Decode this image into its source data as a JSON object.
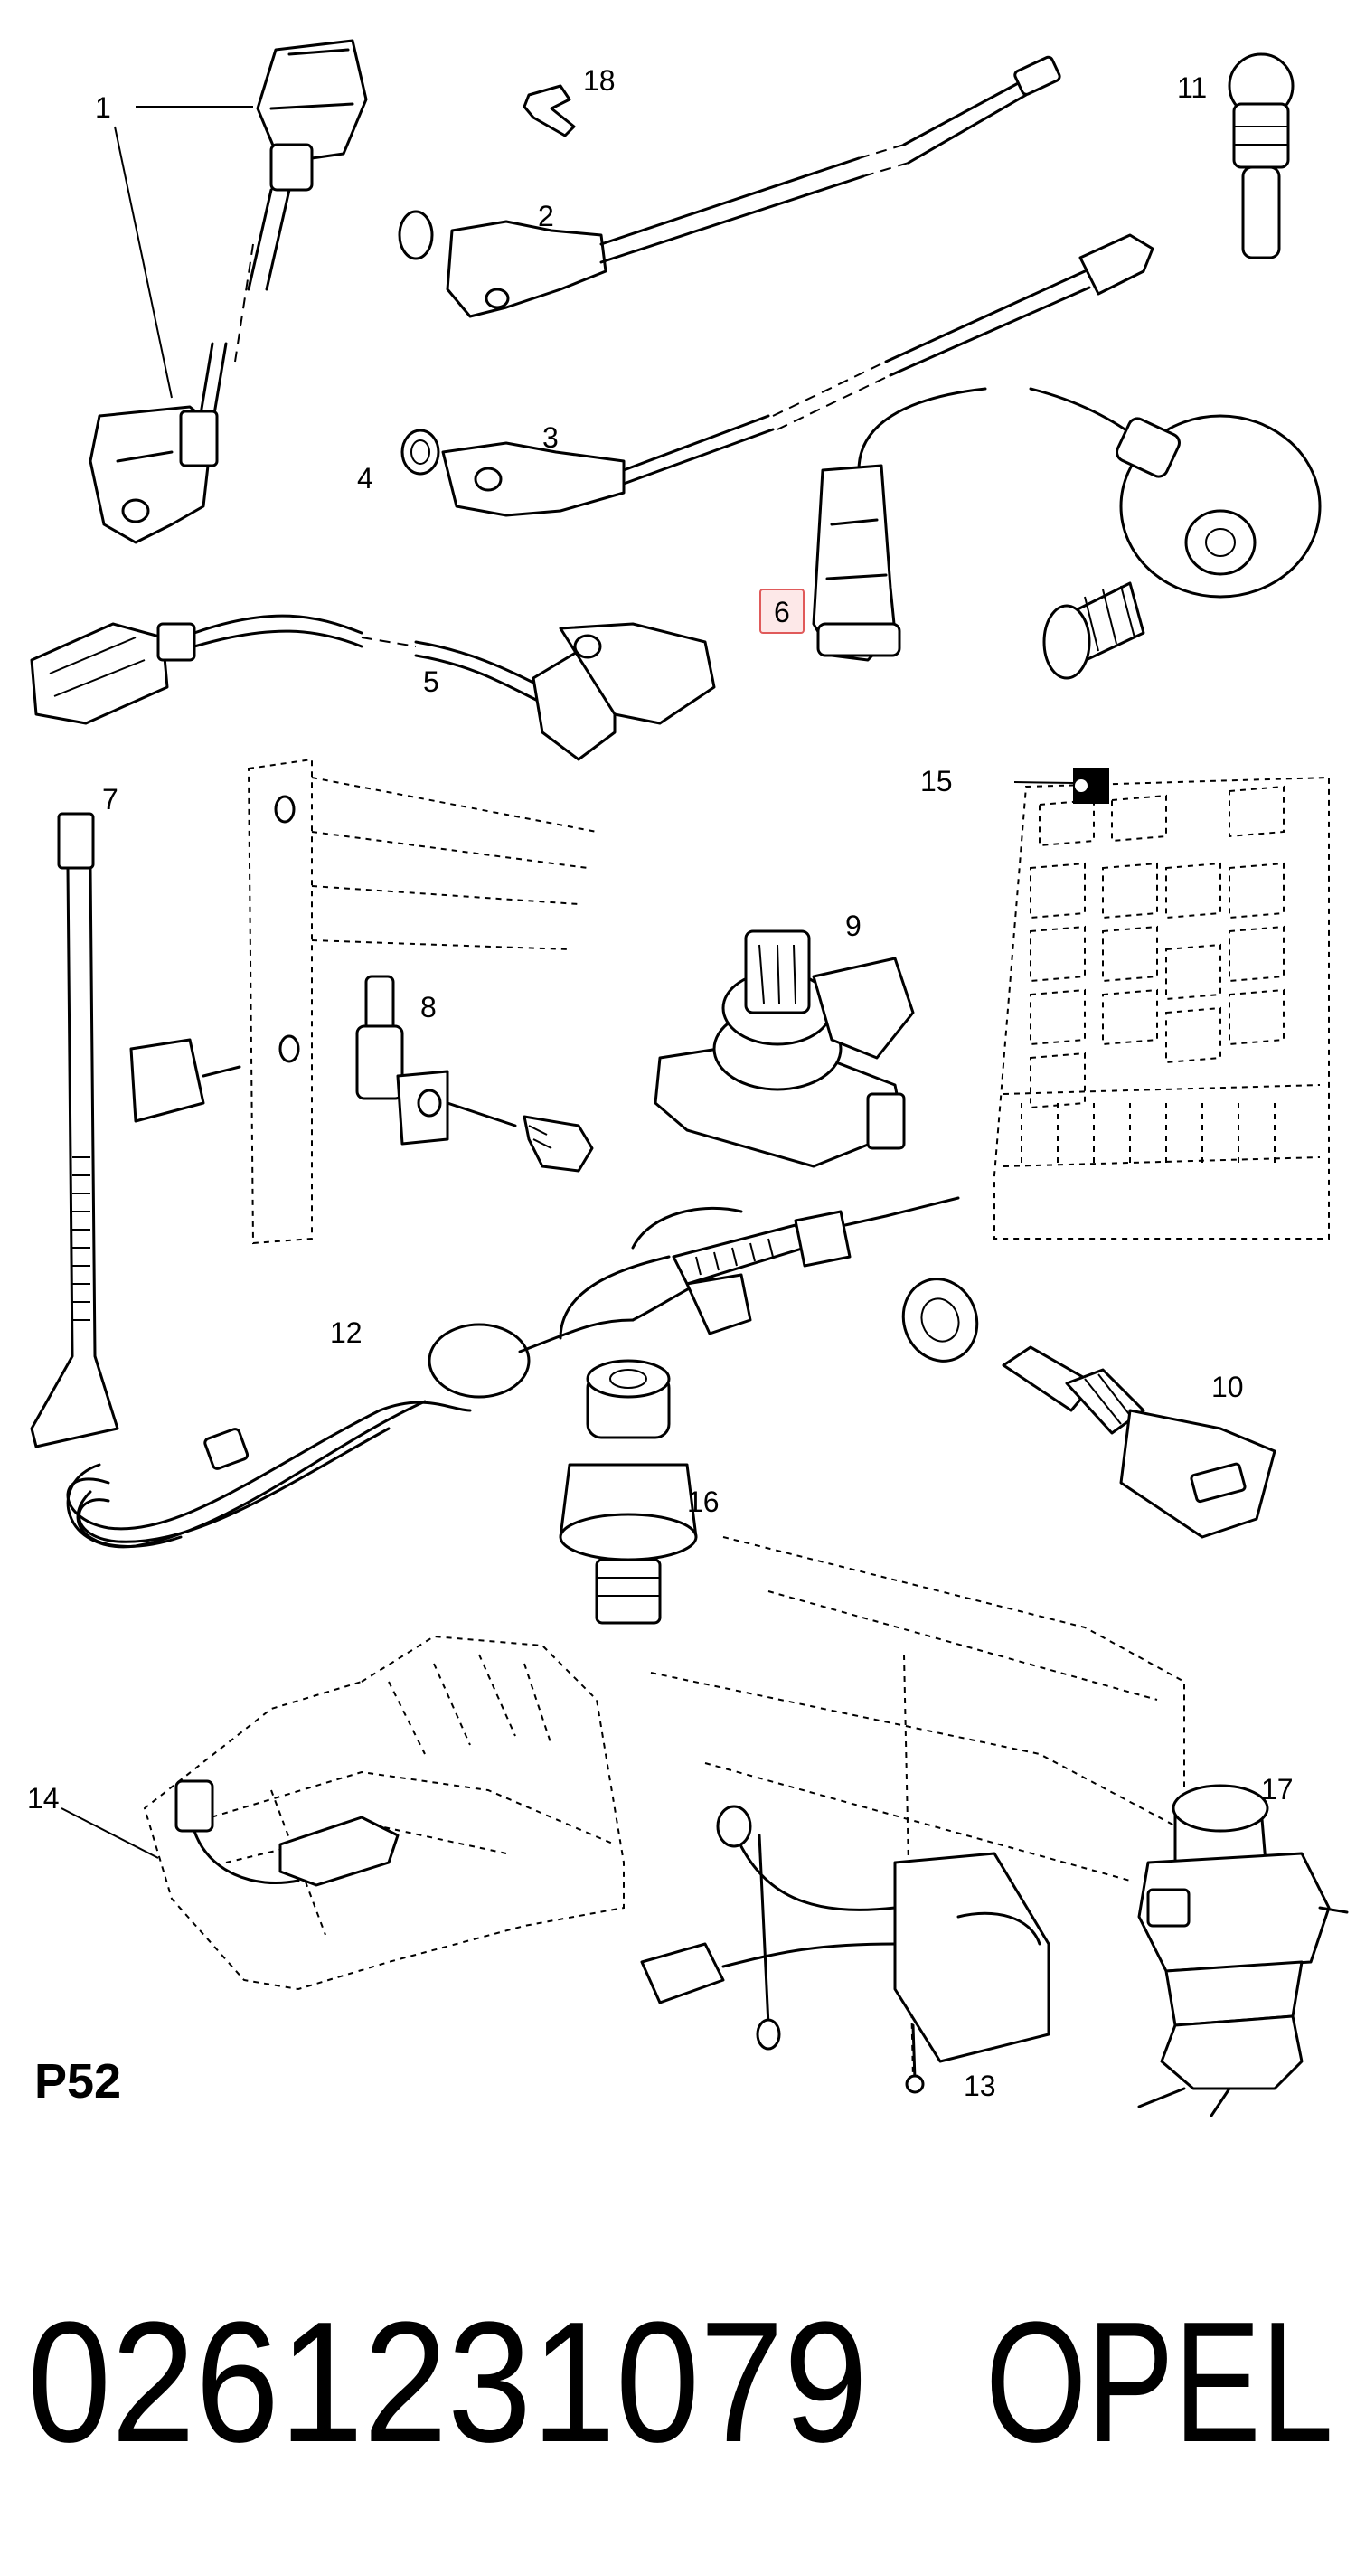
{
  "diagram": {
    "page_code": "P52",
    "part_number": "0261231079",
    "brand": "OPEL",
    "highlighted_callout": "6",
    "callouts": [
      "1",
      "2",
      "3",
      "4",
      "5",
      "6",
      "7",
      "8",
      "9",
      "10",
      "11",
      "12",
      "13",
      "14",
      "15",
      "16",
      "17",
      "18"
    ]
  },
  "colors": {
    "line": "#000000",
    "highlight_fill": "#fde8e8",
    "highlight_border": "#e05a5a"
  }
}
